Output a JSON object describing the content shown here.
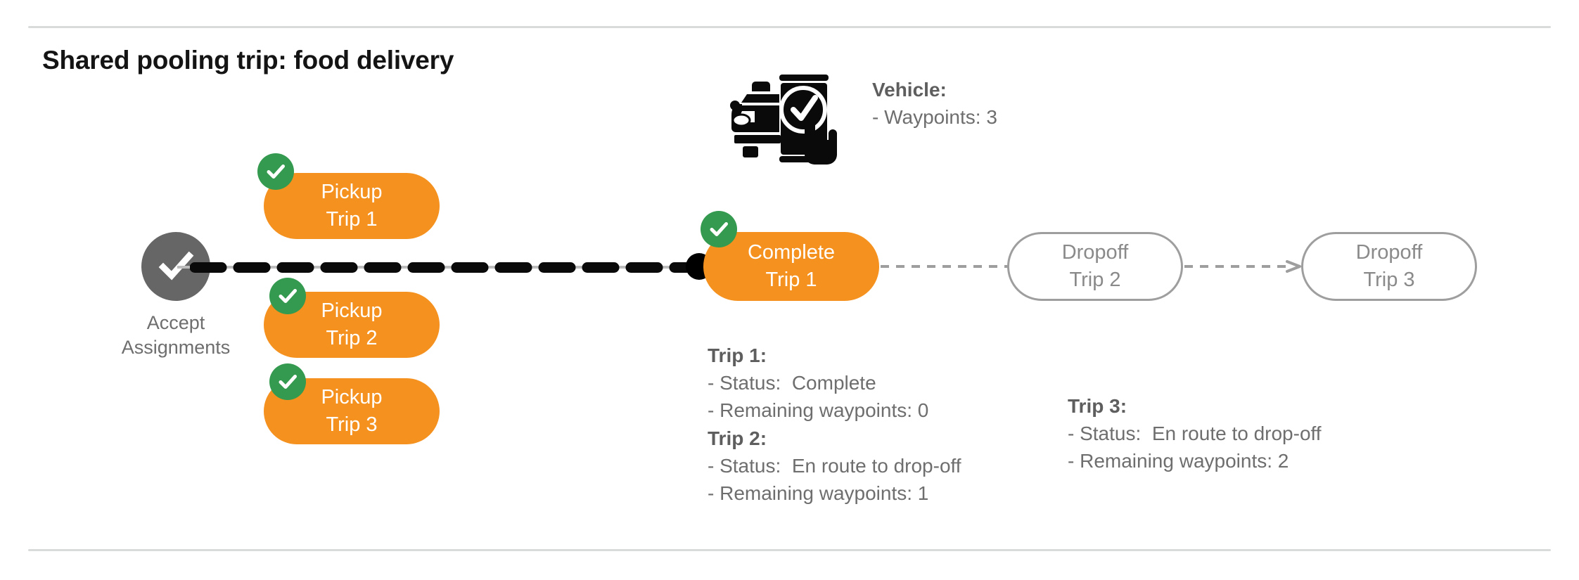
{
  "page": {
    "title": "Shared pooling trip: food delivery"
  },
  "colors": {
    "orange": "#f5911e",
    "green": "#339a4f",
    "gray_node": "#666666",
    "gray_text": "#6e6e6e",
    "gray_outline": "#9e9e9e",
    "black": "#000000",
    "rule": "#d9dada"
  },
  "flow": {
    "start_node": {
      "label": "Accept\nAssignments",
      "icon": "check-circle-icon",
      "state": "complete"
    },
    "pickups": [
      {
        "label": "Pickup\nTrip 1",
        "state": "complete",
        "badge": "check-badge-icon"
      },
      {
        "label": "Pickup\nTrip 2",
        "state": "complete",
        "badge": "check-badge-icon"
      },
      {
        "label": "Pickup\nTrip 3",
        "state": "complete",
        "badge": "check-badge-icon"
      }
    ],
    "complete_node": {
      "label": "Complete\nTrip 1",
      "state": "complete",
      "badge": "check-badge-icon"
    },
    "dropoffs": [
      {
        "label": "Dropoff\nTrip 2",
        "state": "pending"
      },
      {
        "label": "Dropoff\nTrip 3",
        "state": "pending"
      }
    ]
  },
  "vehicle": {
    "icon": "car-phone-check-icon",
    "heading": "Vehicle:",
    "lines": [
      "- Waypoints: 3"
    ]
  },
  "trips": {
    "trip1": {
      "heading": "Trip 1:",
      "status_line": "- Status:  Complete",
      "waypoints_line": "- Remaining waypoints: 0"
    },
    "trip2": {
      "heading": "Trip 2:",
      "status_line": "- Status:  En route to drop-off",
      "waypoints_line": "- Remaining waypoints: 1"
    },
    "trip3": {
      "heading": "Trip 3:",
      "status_line": "- Status:  En route to drop-off",
      "waypoints_line": "- Remaining waypoints: 2"
    }
  }
}
